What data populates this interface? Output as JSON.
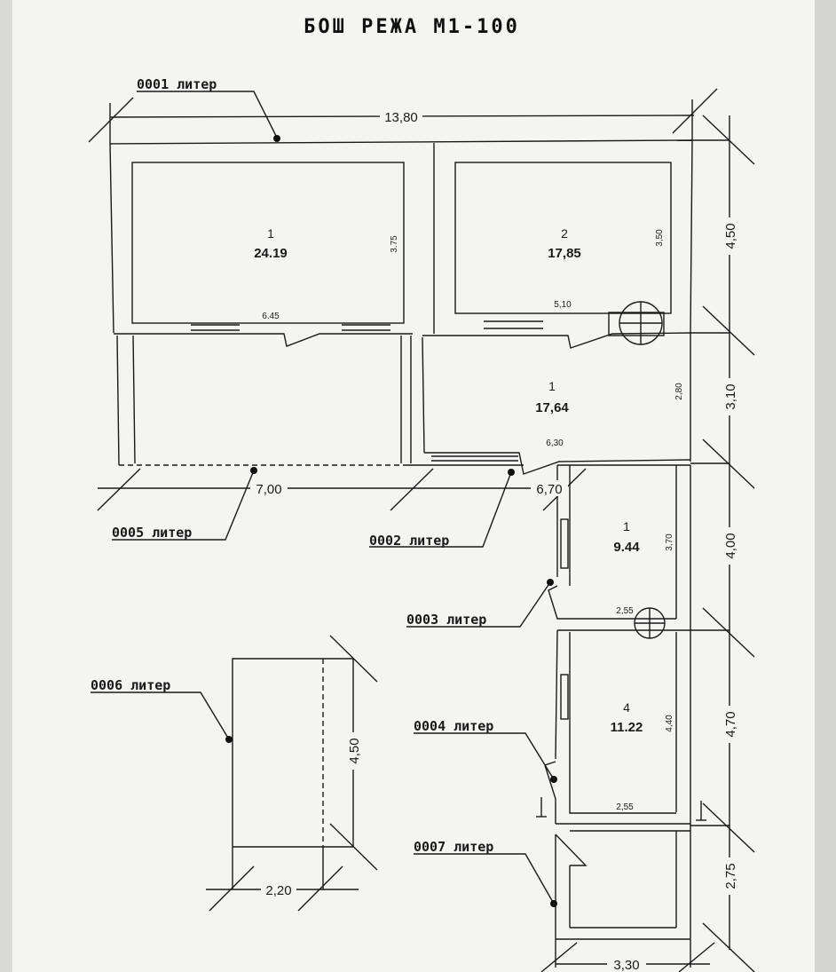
{
  "title": "БОШ РЕЖА М1-100",
  "markers": {
    "l0001": "0001 литер",
    "l0002": "0002 литер",
    "l0003": "0003 литер",
    "l0004": "0004 литер",
    "l0005": "0005 литер",
    "l0006": "0006 литер",
    "l0007": "0007 литер"
  },
  "rooms": [
    {
      "number": "1",
      "area": "24.19",
      "width": "6.45",
      "depth": "3.75"
    },
    {
      "number": "2",
      "area": "17,85",
      "width": "5,10",
      "depth": "3,50"
    },
    {
      "number": "1",
      "area": "17,64",
      "width": "6,30",
      "depth": "2,80"
    },
    {
      "number": "1",
      "area": "9.44",
      "width": "2,55",
      "depth": "3,70"
    },
    {
      "number": "4",
      "area": "11.22",
      "width": "2,55",
      "depth": "4,40"
    }
  ],
  "dimensions": {
    "top_total": "13,80",
    "porch_width": "7,00",
    "mid_width": "6,70",
    "shed_height": "4,50",
    "shed_width": "2,20",
    "right_1": "4,50",
    "right_2": "3,10",
    "right_3": "4,00",
    "right_4": "4,70",
    "right_5": "2,75",
    "bottom_width": "3,30"
  }
}
